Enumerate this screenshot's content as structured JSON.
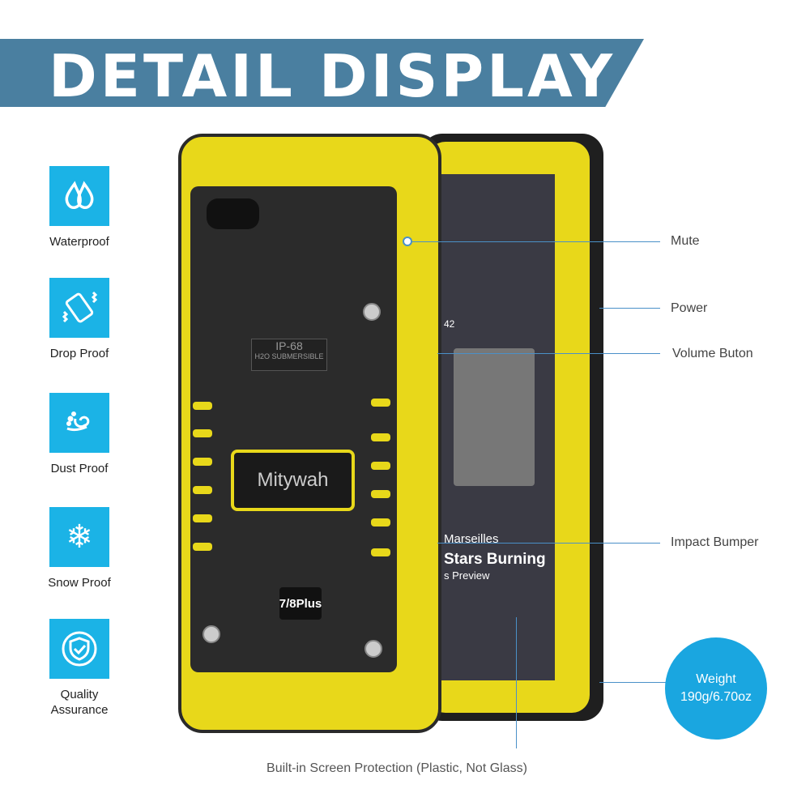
{
  "header": {
    "title": "DETAIL DISPLAY"
  },
  "features": [
    {
      "label": "Waterproof",
      "icon": "water-drops-icon"
    },
    {
      "label": "Drop Proof",
      "icon": "phone-shake-icon"
    },
    {
      "label": "Dust Proof",
      "icon": "dust-icon"
    },
    {
      "label": "Snow Proof",
      "icon": "snowflake-icon"
    },
    {
      "label": "Quality Assurance",
      "icon": "shield-check-icon"
    }
  ],
  "product": {
    "brand": "Mitywah",
    "model": "7/8Plus",
    "rating": "IP-68",
    "rating_sub": "H2O SUBMERSIBLE",
    "screen_title": "Marseilles",
    "screen_song": "Stars Burning",
    "screen_sub": "s Preview",
    "screen_time": "42"
  },
  "callouts": {
    "mute": "Mute",
    "power": "Power",
    "volume": "Volume Buton",
    "bumper": "Impact Bumper"
  },
  "weight": {
    "label": "Weight",
    "value": "190g/6.70oz"
  },
  "caption": "Built-in Screen Protection (Plastic, Not Glass)",
  "colors": {
    "banner": "#4a7fa0",
    "icon_bg": "#1bb3e6",
    "case": "#e8d81a",
    "weight_circle": "#1aa6e0"
  }
}
